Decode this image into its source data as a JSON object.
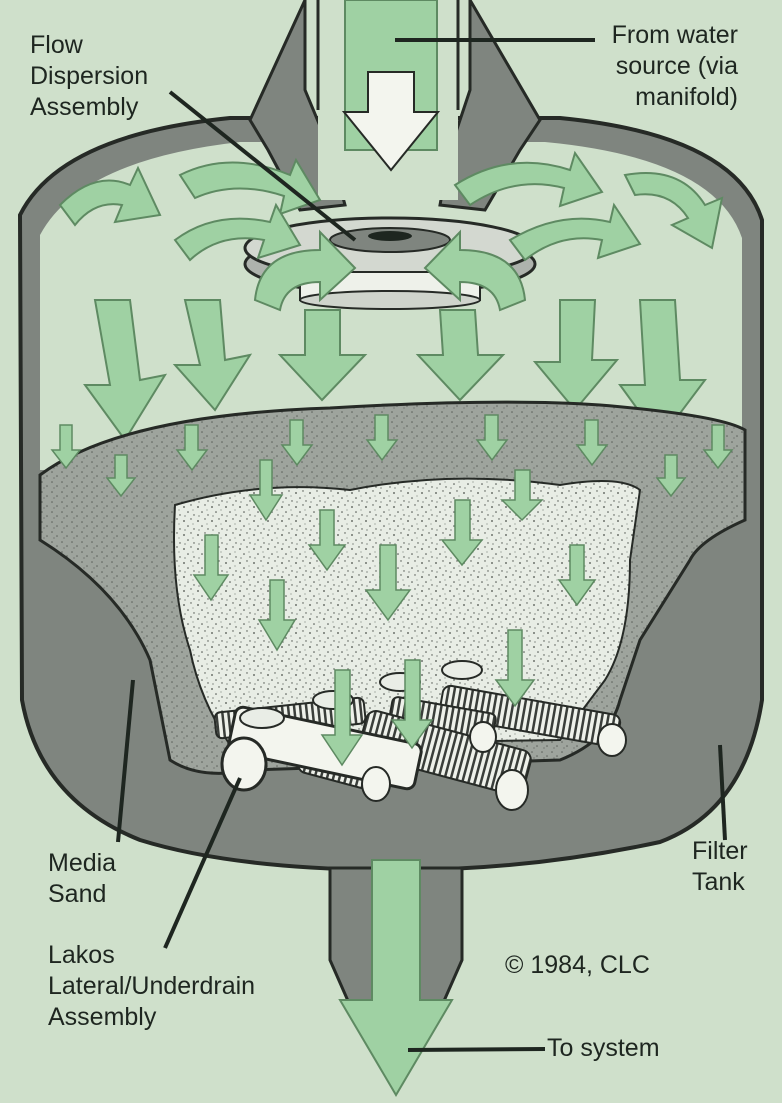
{
  "labels": {
    "flow_dispersion": [
      "Flow",
      "Dispersion",
      "Assembly"
    ],
    "from_water_source": [
      "From water",
      "source (via",
      "manifold)"
    ],
    "media_sand": [
      "Media",
      "Sand"
    ],
    "filter_tank": [
      "Filter",
      "Tank"
    ],
    "lakos_lateral": [
      "Lakos",
      "Lateral/Underdrain",
      "Assembly"
    ],
    "copyright": "© 1984, CLC",
    "to_system": "To system"
  },
  "colors": {
    "background": "#cfe0cb",
    "tank_wall": "#7f857f",
    "outline": "#262a26",
    "arrow_fill": "#9fd1a3",
    "arrow_dark": "#5e8a62",
    "sand_surface": "#9ea49d",
    "sand_cutaway": "#e9eee6",
    "pipe": "#f3f5ee",
    "leader_line": "#1e2620"
  }
}
